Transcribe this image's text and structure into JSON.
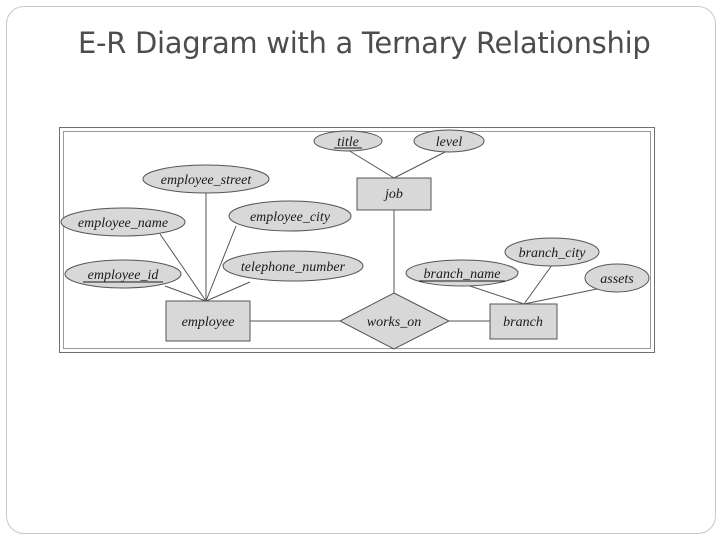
{
  "slide": {
    "title": "E-R Diagram with a Ternary Relationship"
  },
  "diagram": {
    "entities": {
      "job": "job",
      "employee": "employee",
      "branch": "branch"
    },
    "relationship": "works_on",
    "attributes": {
      "title": "title",
      "level": "level",
      "employee_street": "employee_street",
      "employee_name": "employee_name",
      "employee_city": "employee_city",
      "employee_id": "employee_id",
      "telephone_number": "telephone_number",
      "branch_name": "branch_name",
      "branch_city": "branch_city",
      "assets": "assets"
    },
    "primary_keys": [
      "title",
      "employee_id",
      "branch_name"
    ]
  }
}
